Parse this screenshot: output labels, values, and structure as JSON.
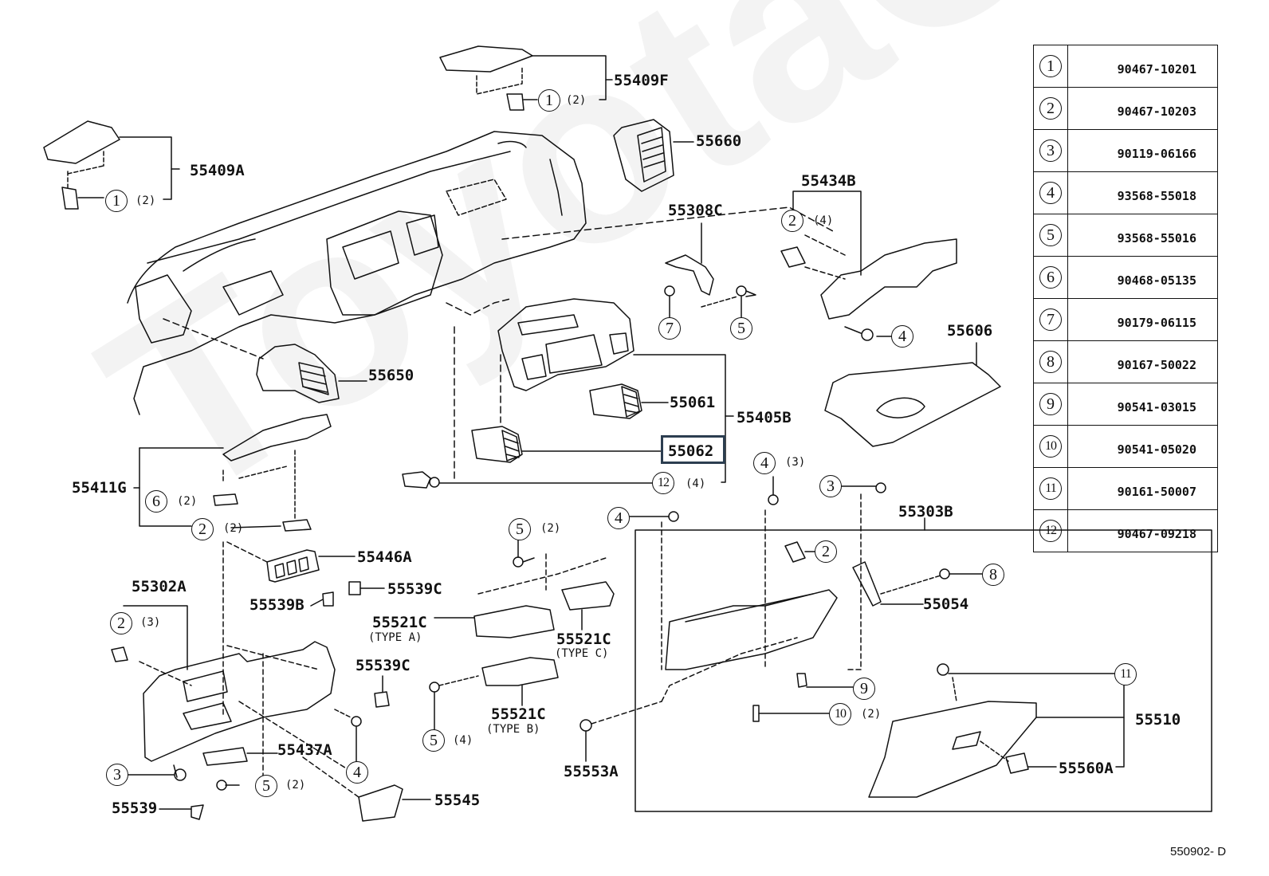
{
  "diagram": {
    "title": "Instrument panel & glove compartment parts diagram",
    "watermark": "ToyotaCarMine.ru",
    "drawing_code": "550902- D",
    "highlight_color": "#2c3e50",
    "highlighted_part": "55062"
  },
  "callouts": [
    {
      "id": "55409F",
      "text": "55409F"
    },
    {
      "id": "55409A",
      "text": "55409A"
    },
    {
      "id": "55660",
      "text": "55660"
    },
    {
      "id": "55434B",
      "text": "55434B"
    },
    {
      "id": "55308C",
      "text": "55308C"
    },
    {
      "id": "55606",
      "text": "55606"
    },
    {
      "id": "55650",
      "text": "55650"
    },
    {
      "id": "55061",
      "text": "55061"
    },
    {
      "id": "55405B",
      "text": "55405B"
    },
    {
      "id": "55062",
      "text": "55062"
    },
    {
      "id": "55411G",
      "text": "55411G"
    },
    {
      "id": "55446A",
      "text": "55446A"
    },
    {
      "id": "55539C-1",
      "text": "55539C"
    },
    {
      "id": "55539B",
      "text": "55539B"
    },
    {
      "id": "55302A",
      "text": "55302A"
    },
    {
      "id": "55521C-A",
      "text": "55521C",
      "sub": "(TYPE A)"
    },
    {
      "id": "55521C-C",
      "text": "55521C",
      "sub": "(TYPE C)"
    },
    {
      "id": "55539C-2",
      "text": "55539C"
    },
    {
      "id": "55521C-B",
      "text": "55521C",
      "sub": "(TYPE B)"
    },
    {
      "id": "55437A",
      "text": "55437A"
    },
    {
      "id": "55539",
      "text": "55539"
    },
    {
      "id": "55545",
      "text": "55545"
    },
    {
      "id": "55553A",
      "text": "55553A"
    },
    {
      "id": "55303B",
      "text": "55303B"
    },
    {
      "id": "55054",
      "text": "55054"
    },
    {
      "id": "55510",
      "text": "55510"
    },
    {
      "id": "55560A",
      "text": "55560A"
    }
  ],
  "fastener_refs": [
    {
      "num": "1",
      "qty": "(2)",
      "near": "55409F"
    },
    {
      "num": "1",
      "qty": "(2)",
      "near": "55409A"
    },
    {
      "num": "2",
      "qty": "(4)",
      "near": "55434B"
    },
    {
      "num": "7",
      "qty": "",
      "near": "55308C"
    },
    {
      "num": "5",
      "qty": "",
      "near": "55308C"
    },
    {
      "num": "4",
      "qty": "",
      "near": "55434B"
    },
    {
      "num": "12",
      "qty": "(4)",
      "near": "55405B"
    },
    {
      "num": "6",
      "qty": "(2)",
      "near": "55411G"
    },
    {
      "num": "2",
      "qty": "(2)",
      "near": "55411G"
    },
    {
      "num": "4",
      "qty": "(3)",
      "near": "55303B"
    },
    {
      "num": "3",
      "qty": "",
      "near": "55303B"
    },
    {
      "num": "4",
      "qty": "",
      "near": "55303B-left"
    },
    {
      "num": "5",
      "qty": "(2)",
      "near": "55521C"
    },
    {
      "num": "2",
      "qty": "(3)",
      "near": "55302A"
    },
    {
      "num": "2",
      "qty": "",
      "near": "55303B"
    },
    {
      "num": "8",
      "qty": "",
      "near": "55054"
    },
    {
      "num": "9",
      "qty": "",
      "near": "55303B"
    },
    {
      "num": "10",
      "qty": "(2)",
      "near": "55303B"
    },
    {
      "num": "11",
      "qty": "",
      "near": "55510"
    },
    {
      "num": "5",
      "qty": "(4)",
      "near": "55521C-B"
    },
    {
      "num": "3",
      "qty": "",
      "near": "55302A"
    },
    {
      "num": "5",
      "qty": "(2)",
      "near": "55437A"
    },
    {
      "num": "4",
      "qty": "",
      "near": "55302A"
    }
  ],
  "legend": [
    {
      "num": "1",
      "part": "90467-10201"
    },
    {
      "num": "2",
      "part": "90467-10203"
    },
    {
      "num": "3",
      "part": "90119-06166"
    },
    {
      "num": "4",
      "part": "93568-55018"
    },
    {
      "num": "5",
      "part": "93568-55016"
    },
    {
      "num": "6",
      "part": "90468-05135"
    },
    {
      "num": "7",
      "part": "90179-06115"
    },
    {
      "num": "8",
      "part": "90167-50022"
    },
    {
      "num": "9",
      "part": "90541-03015"
    },
    {
      "num": "10",
      "part": "90541-05020"
    },
    {
      "num": "11",
      "part": "90161-50007"
    },
    {
      "num": "12",
      "part": "90467-09218"
    }
  ]
}
